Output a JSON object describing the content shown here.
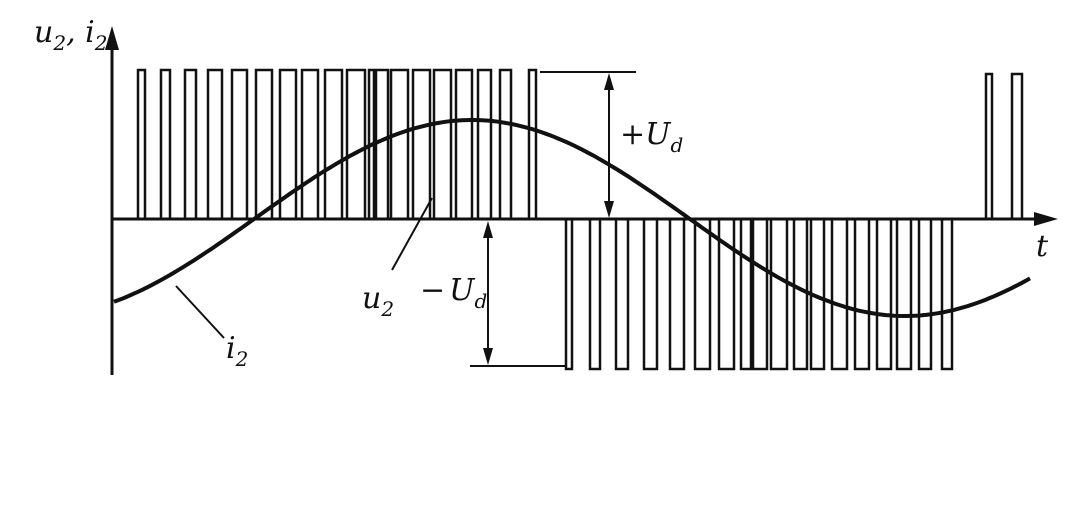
{
  "figure": {
    "y_axis_label": "u",
    "y_axis_label_sub": "2",
    "y_axis_sep": ", ",
    "y_axis_label2": "i",
    "y_axis_label2_sub": "2",
    "x_axis_label": "t",
    "plus_label_sign": "+",
    "plus_label": "U",
    "plus_label_sub": "d",
    "minus_label_sign": "−",
    "minus_label": "U",
    "minus_label_sub": "d",
    "voltage_curve_label": "u",
    "voltage_curve_label_sub": "2",
    "current_curve_label": "i",
    "current_curve_label_sub": "2",
    "colors": {
      "ink": "#111111",
      "background": "#ffffff"
    }
  }
}
